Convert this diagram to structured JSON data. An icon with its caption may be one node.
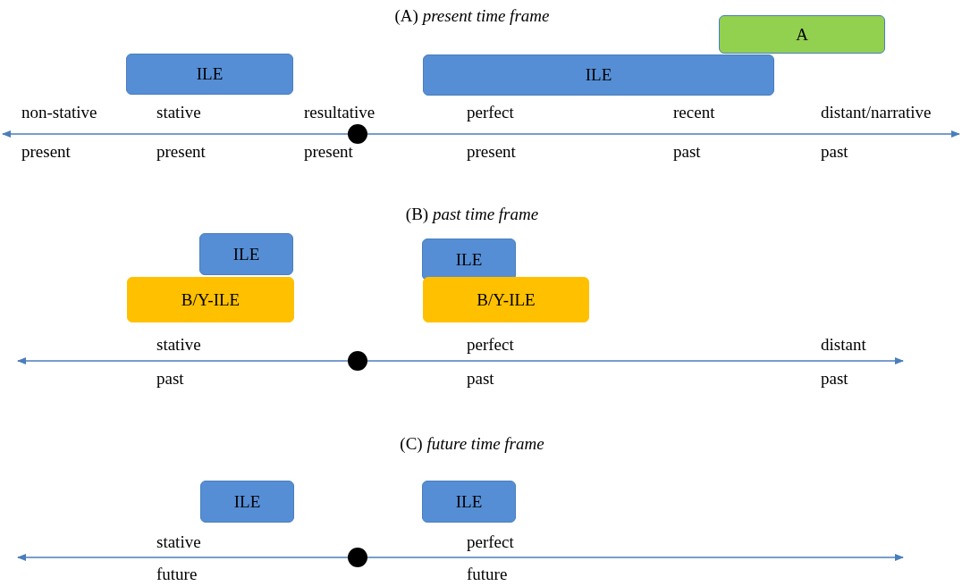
{
  "diagram": {
    "nodes": [
      {
        "text": [
          "A"
        ]
      },
      {
        "text": [
          "ILE"
        ]
      },
      {
        "text": [
          "ILE"
        ]
      },
      {
        "text": [],
        "shape": "circle"
      },
      {
        "text": [
          "ILE"
        ]
      },
      {
        "text": [
          "B/Y-ILE"
        ]
      },
      {
        "text": [
          "ILE"
        ]
      },
      {
        "text": [
          "B/Y-ILE"
        ]
      },
      {
        "text": [],
        "shape": "circle"
      },
      {
        "text": [
          "ILE"
        ]
      },
      {
        "text": [
          "ILE"
        ]
      },
      {
        "text": [],
        "shape": "circle"
      }
    ],
    "edges": [
      {
        "from": 3,
        "to": null,
        "arrow": "to"
      },
      {
        "from": 3,
        "to": null,
        "arrow": "to"
      },
      {
        "from": 8,
        "to": null,
        "arrow": "to"
      },
      {
        "from": 8,
        "to": null,
        "arrow": "to"
      },
      {
        "from": 11,
        "to": null,
        "arrow": "to"
      },
      {
        "from": 11,
        "to": null,
        "arrow": "to"
      }
    ],
    "labels": [
      "(A) *present time frame*",
      "non-stative",
      "stative",
      "resultative",
      "perfect",
      "recent",
      "distant/narrative",
      "present",
      "present",
      "present",
      "present",
      "past",
      "past",
      "(B) *past time frame*",
      "stative",
      "perfect",
      "distant",
      "past",
      "past",
      "past",
      "(C) *future time frame*",
      "stative",
      "perfect",
      "future",
      "future"
    ]
  }
}
